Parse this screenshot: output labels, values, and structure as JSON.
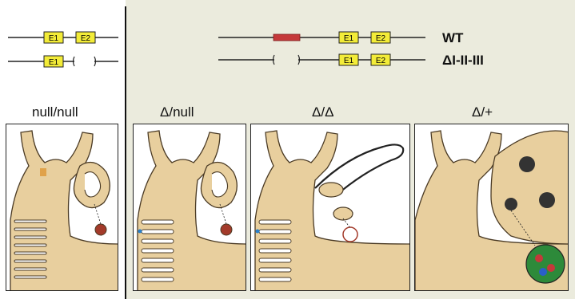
{
  "constructs": {
    "left": {
      "e1": "E1",
      "e2": "E2"
    },
    "wt": {
      "label": "WT",
      "e1": "E1",
      "e2": "E2"
    },
    "delta": {
      "label": "ΔI-II-III",
      "e1": "E1",
      "e2": "E2"
    }
  },
  "panels": [
    {
      "title": "null/null"
    },
    {
      "title": "Δ/null"
    },
    {
      "title": "Δ/Δ"
    },
    {
      "title": "Δ/+"
    }
  ],
  "colors": {
    "tissue": "#e8cf9e",
    "tissue_stroke": "#4a3a24",
    "exon": "#f3ec38",
    "enhancer": "#c5393a",
    "background_right": "#ebebdd"
  }
}
